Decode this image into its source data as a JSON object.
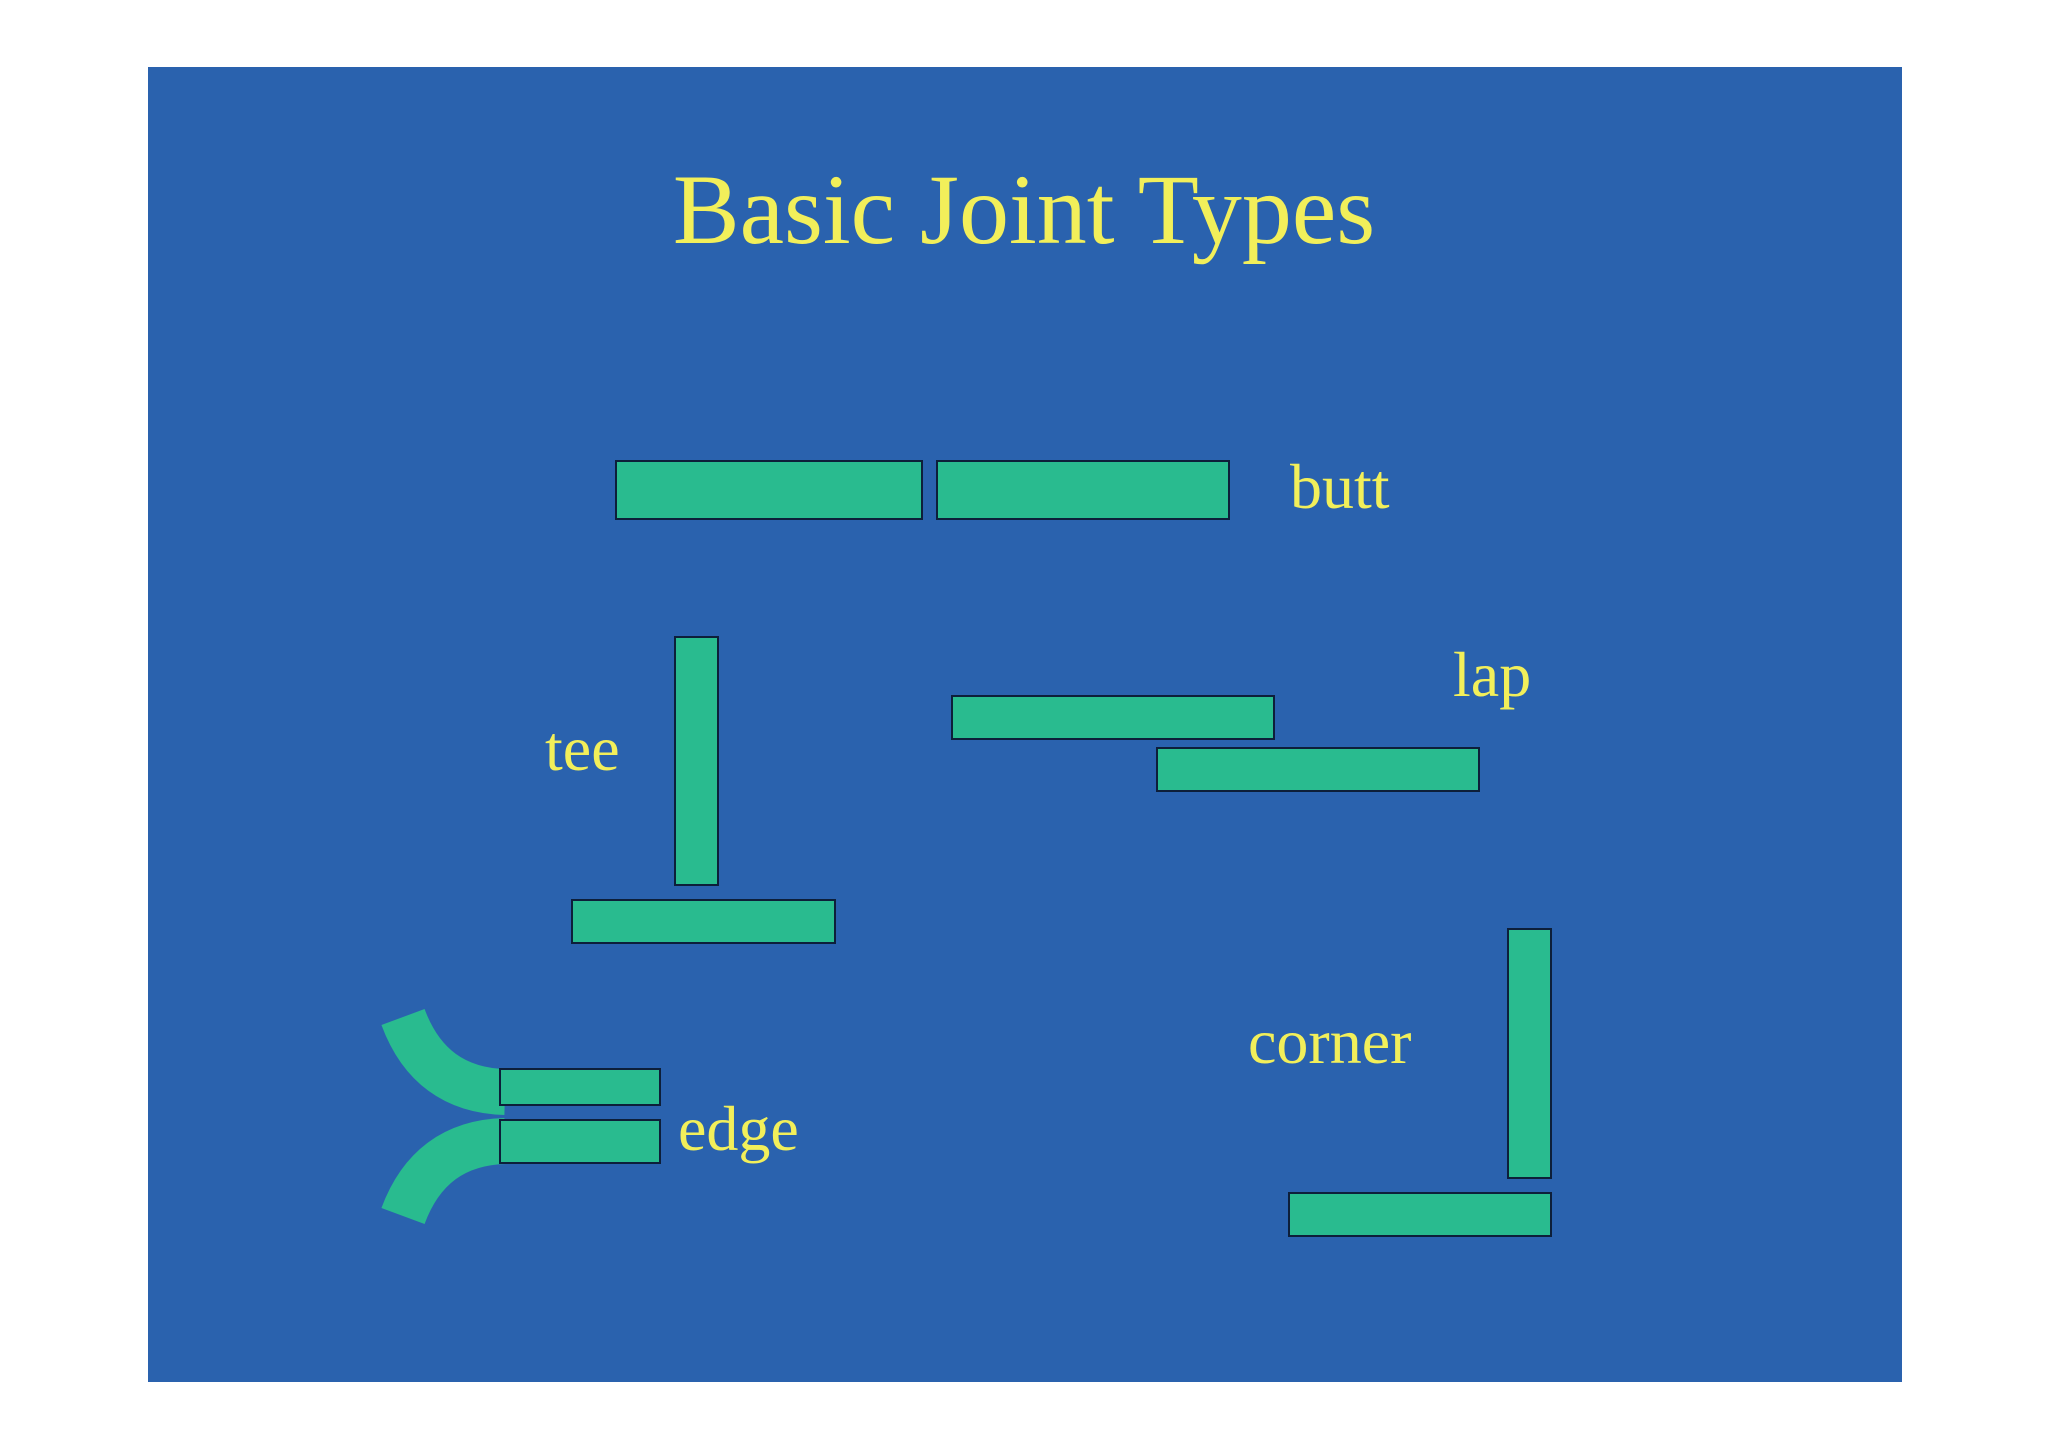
{
  "slide": {
    "title": "Basic Joint Types",
    "background_color": "#2a62ae",
    "text_color": "#f2ef5a",
    "plate_color": "#29bb8f"
  },
  "joints": {
    "butt": "butt",
    "lap": "lap",
    "tee": "tee",
    "corner": "corner",
    "edge": "edge"
  }
}
